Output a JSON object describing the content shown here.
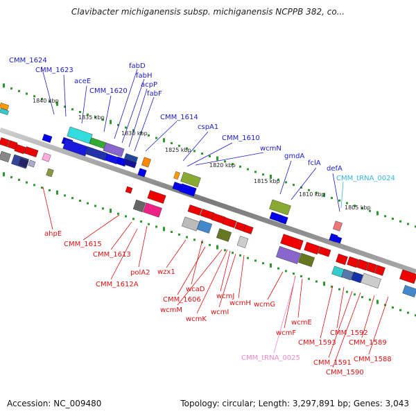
{
  "title": "Clavibacter michiganensis subsp. michiganensis NCPPB 382, co...",
  "footer": {
    "accession": "Accession: NC_009480",
    "summary": "Topology: circular; Length: 3,297,891 bp; Genes: 3,043"
  },
  "colors": {
    "forward_label": "#1a1acc",
    "reverse_label": "#dd1111",
    "trna_forward": "#33b5e5",
    "trna_reverse": "#ee88cc",
    "backbone": "#808080",
    "tick": "#2a9a2a"
  },
  "scale_ticks": [
    "1840 kbp",
    "1835 kbp",
    "1830 kbp",
    "1825 kbp",
    "1820 kbp",
    "1815 kbp",
    "1810 kbp",
    "1805 kbp"
  ],
  "forward_labels": [
    "CMM_1624",
    "CMM_1623",
    "aceE",
    "CMM_1620",
    "fabD",
    "fabH",
    "acpP",
    "fabF",
    "CMM_1614",
    "cspA1",
    "CMM_1610",
    "wcmN",
    "gmdA",
    "fclA",
    "defA"
  ],
  "forward_trna_labels": [
    "CMM_tRNA_0024"
  ],
  "reverse_labels": [
    "ahpE",
    "CMM_1615",
    "CMM_1613",
    "CMM_1612A",
    "polA2",
    "wzx1",
    "wcaD",
    "CMM_1606",
    "wcmM",
    "wcmK",
    "wcmJ",
    "wcmI",
    "wcmH",
    "wcmG",
    "wcmF",
    "wcmE",
    "CMM_1592",
    "CMM_1593",
    "CMM_1591",
    "CMM_1590",
    "CMM_1589",
    "CMM_1588"
  ],
  "reverse_trna_labels": [
    "CMM_tRNA_0025"
  ]
}
